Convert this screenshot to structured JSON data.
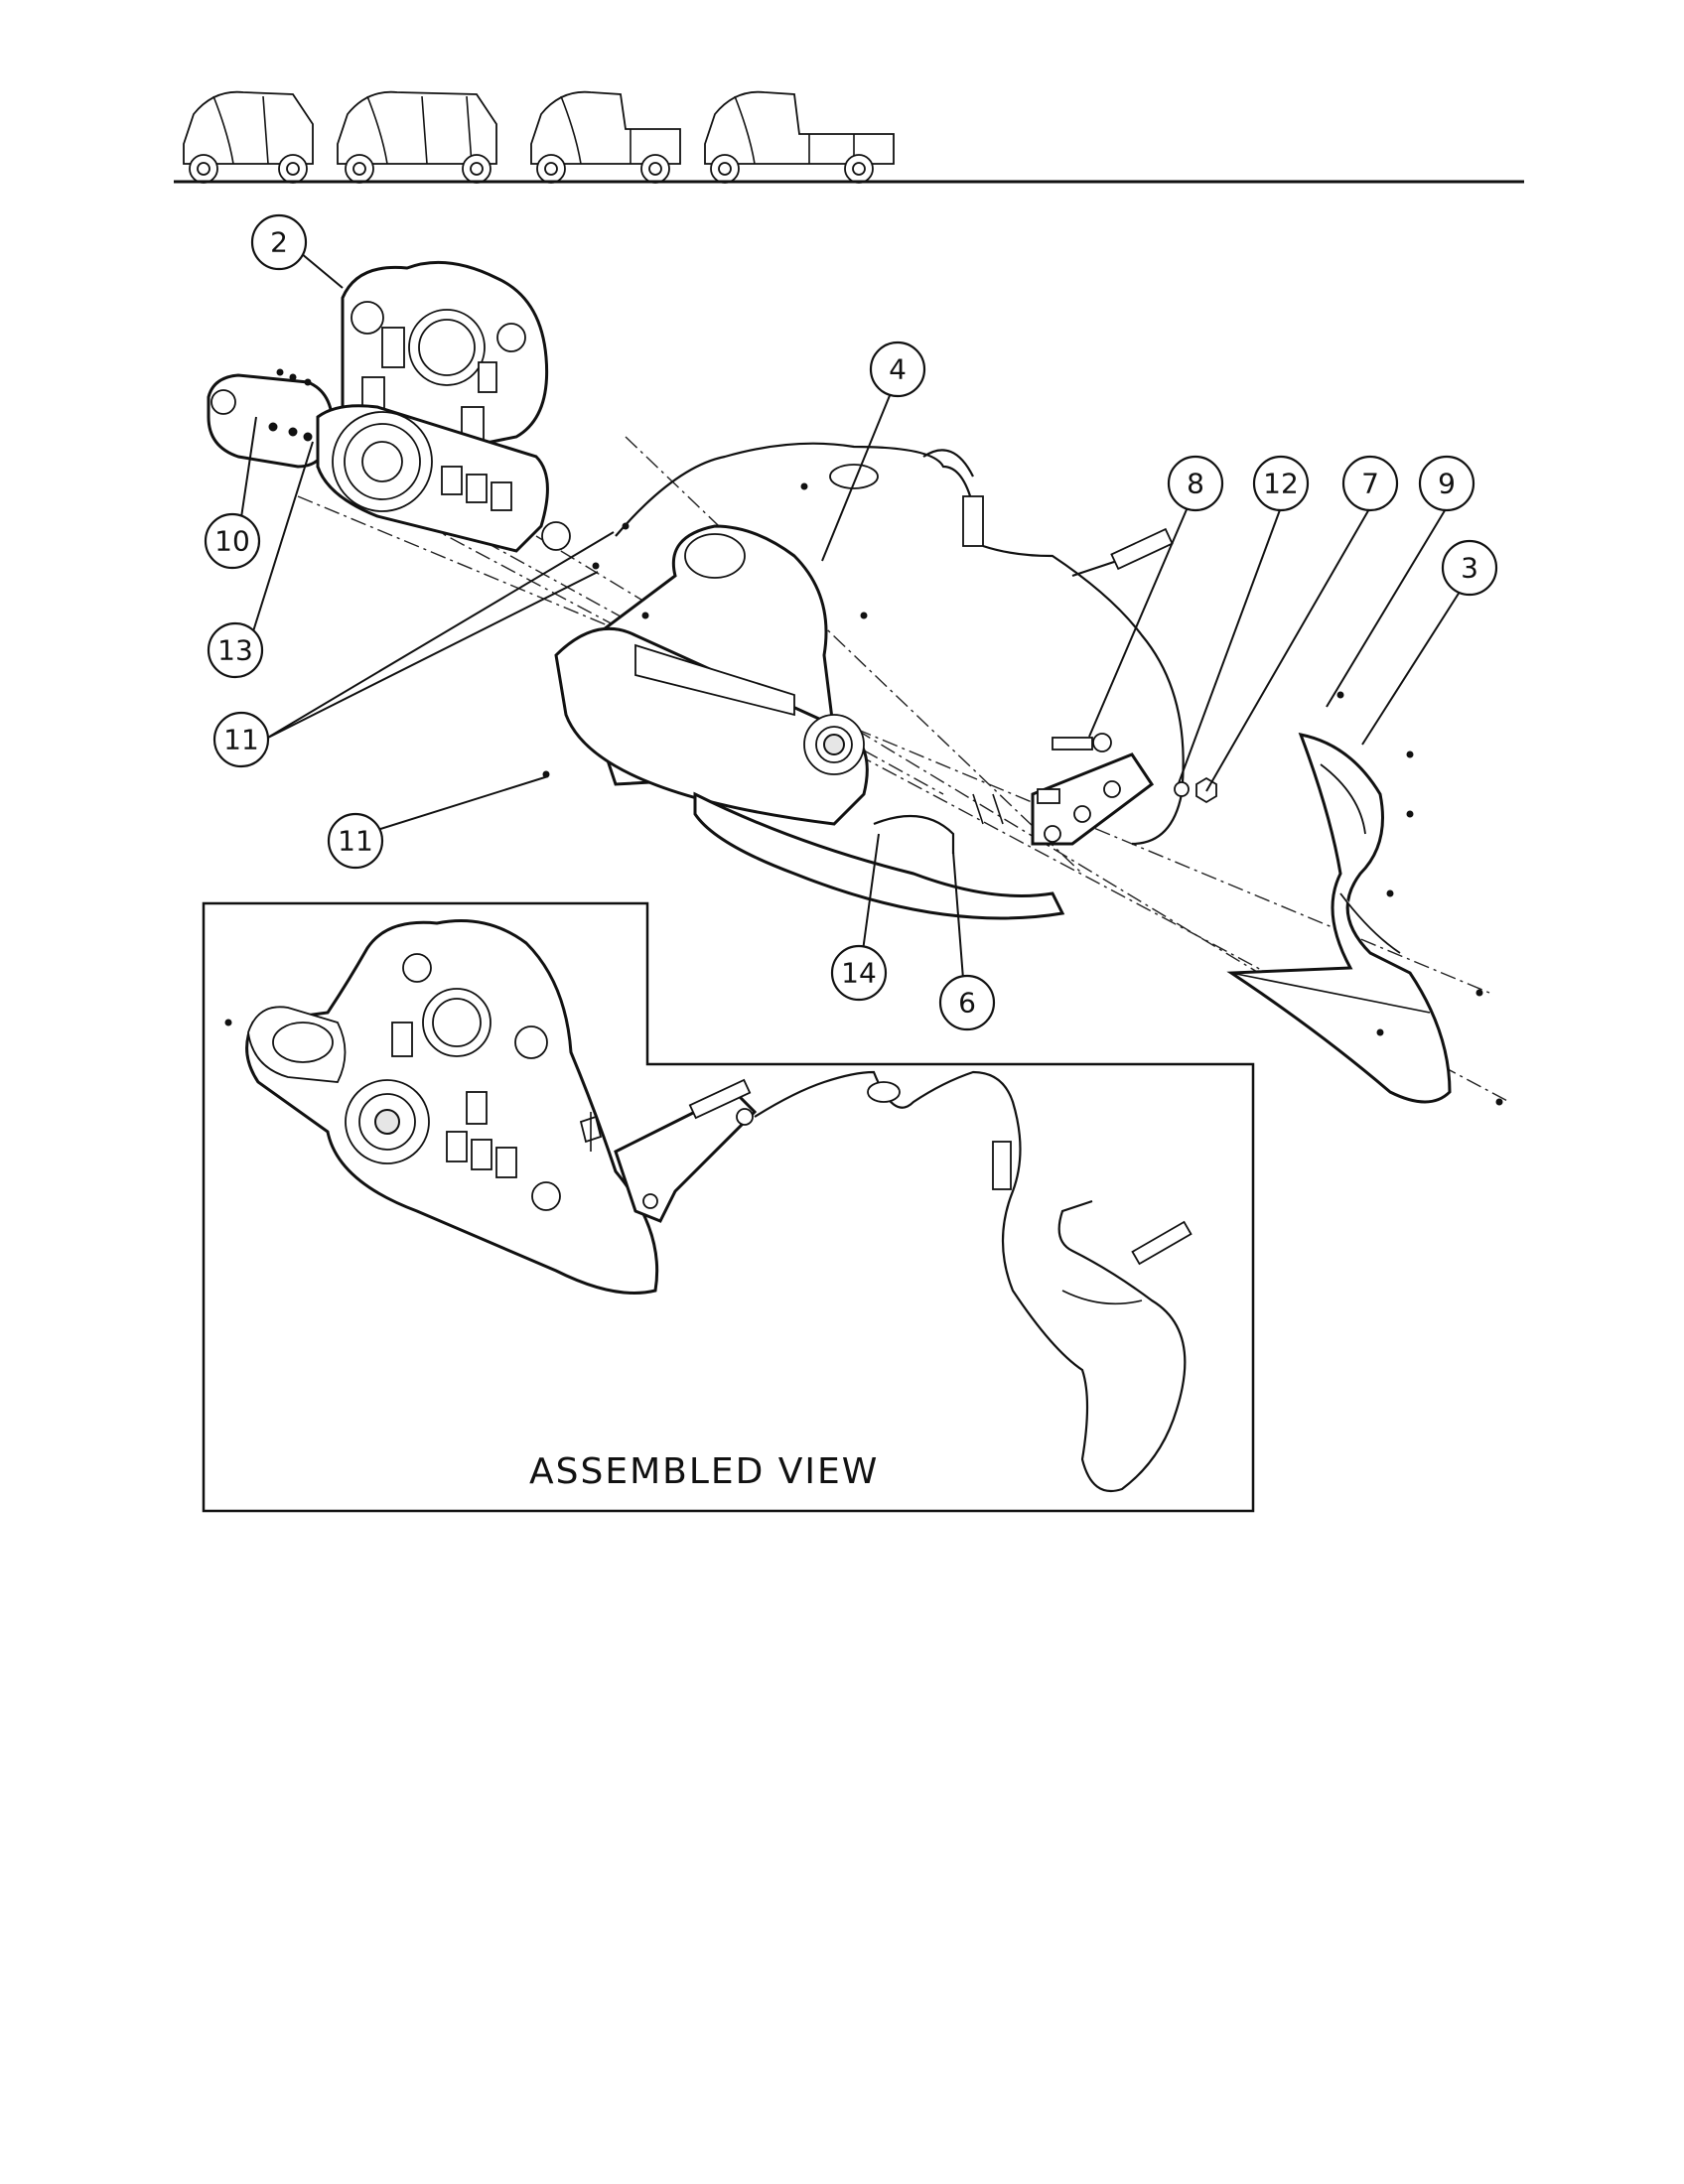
{
  "header": {
    "vehicle_icons": [
      "two-seat-vehicle-icon",
      "four-seat-vehicle-icon",
      "short-bed-vehicle-icon",
      "long-bed-vehicle-icon"
    ]
  },
  "callouts": {
    "c2": "2",
    "c4": "4",
    "c8": "8",
    "c12": "12",
    "c7": "7",
    "c9": "9",
    "c3": "3",
    "c10": "10",
    "c13": "13",
    "c11a": "11",
    "c11b": "11",
    "c14": "14",
    "c6": "6"
  },
  "assembled_view": {
    "label": "ASSEMBLED VIEW"
  }
}
